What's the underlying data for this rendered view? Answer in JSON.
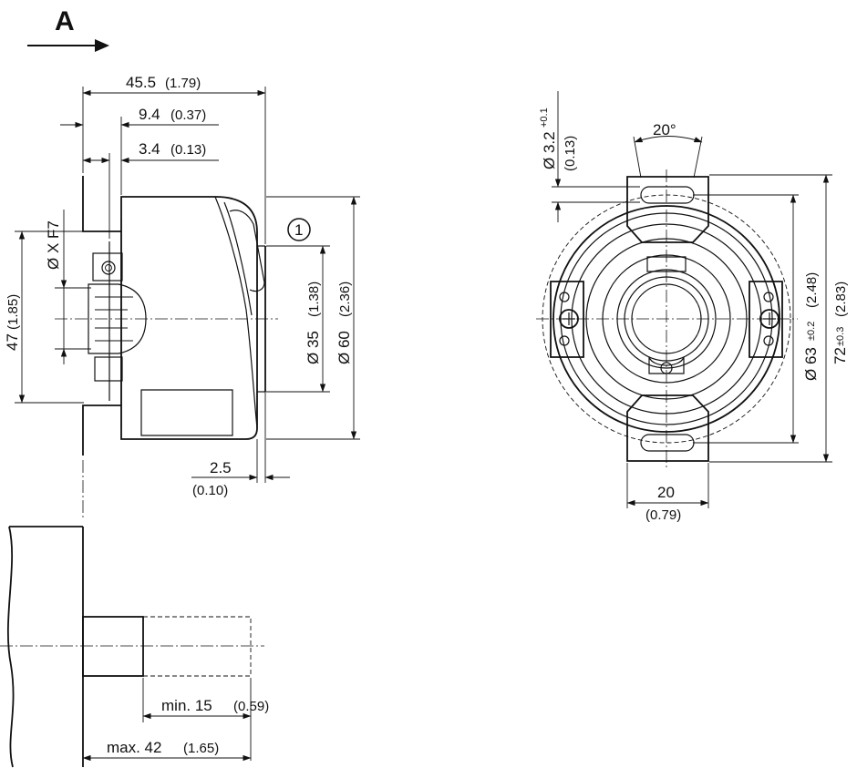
{
  "view_label": "A",
  "callout_number": "1",
  "dims": {
    "total_length": {
      "main": "45.5",
      "sub": "(1.79)"
    },
    "d94": {
      "main": "9.4",
      "sub": "(0.37)"
    },
    "d34": {
      "main": "3.4",
      "sub": "(0.13)"
    },
    "bore": {
      "main": "Ø X F7"
    },
    "h47": {
      "main": "47",
      "sub": "(1.85)"
    },
    "d35": {
      "main": "Ø 35",
      "sub": "(1.38)"
    },
    "d60": {
      "main": "Ø 60",
      "sub": "(2.36)"
    },
    "d25": {
      "main": "2.5",
      "sub": "(0.10)"
    },
    "angle": {
      "main": "20°"
    },
    "slot": {
      "main": "Ø 3.2",
      "tol": "+0.1",
      "sub": "(0.13)"
    },
    "d63": {
      "main": "Ø 63",
      "tol": "±0.2",
      "sub": "(2.48)"
    },
    "h72": {
      "main": "72",
      "tol": "±0.3",
      "sub": "(2.83)"
    },
    "w20": {
      "main": "20",
      "sub": "(0.79)"
    },
    "min15": {
      "main": "min. 15",
      "sub": "(0.59)"
    },
    "max42": {
      "main": "max. 42",
      "sub": "(1.65)"
    }
  }
}
